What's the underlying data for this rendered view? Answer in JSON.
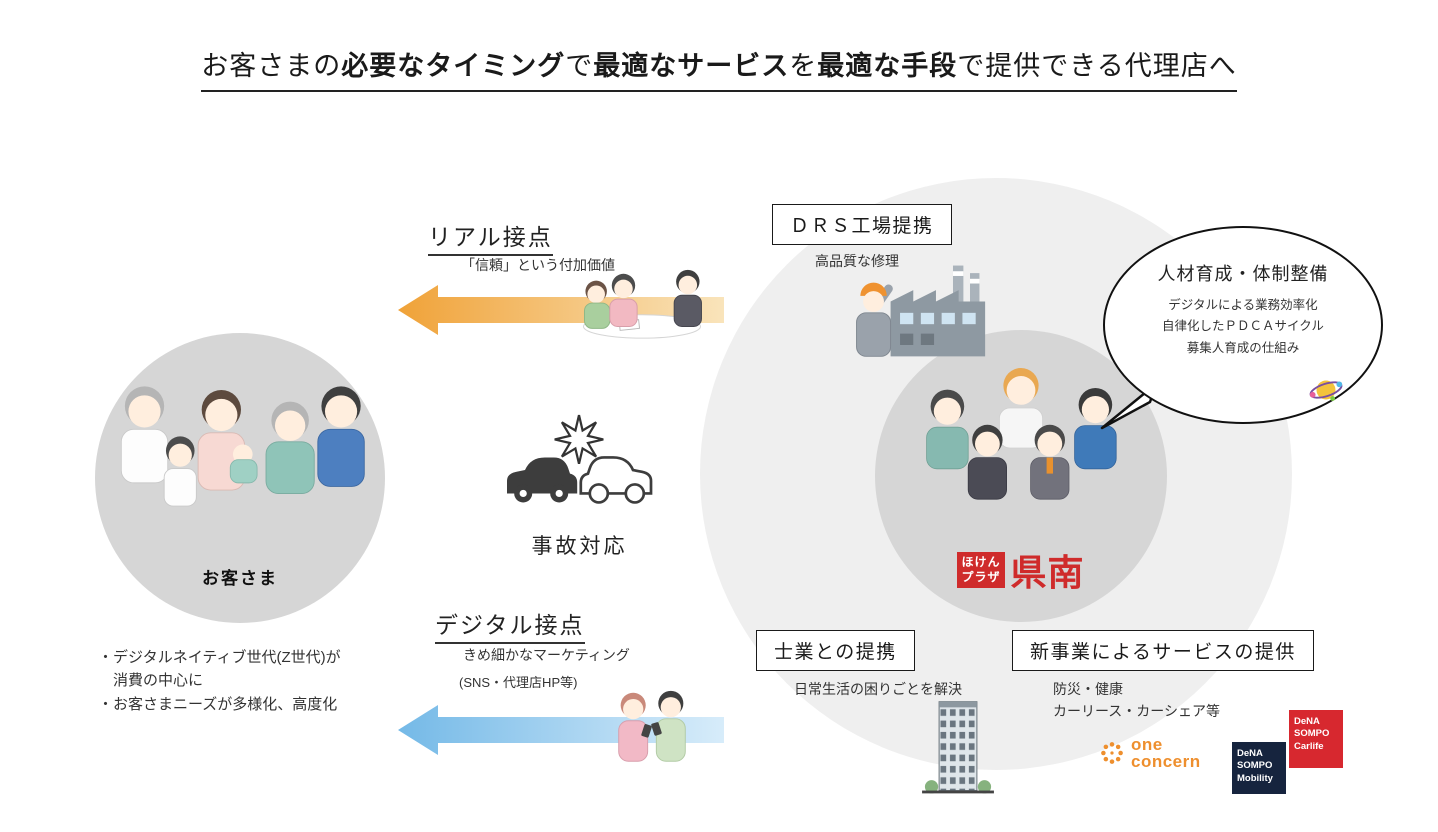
{
  "title": {
    "segments": [
      "お客さまの",
      "必要なタイミング",
      "で",
      "最適なサービス",
      "を",
      "最適な手段",
      "で提供できる代理店へ"
    ]
  },
  "customer": {
    "label": "お客さま",
    "notes": [
      "・デジタルネイティブ世代(Z世代)が",
      "　消費の中心に",
      "・お客さまニーズが多様化、高度化"
    ]
  },
  "real_contact": {
    "title": "リアル接点",
    "subtitle": "「信頼」という付加価値"
  },
  "accident": {
    "label": "事故対応"
  },
  "digital_contact": {
    "title": "デジタル接点",
    "subtitle": "きめ細かなマーケティング",
    "channels": "(SNS・代理店HP等)"
  },
  "drs": {
    "title": "ＤＲＳ工場提携",
    "subtitle": "高品質な修理"
  },
  "hr_bubble": {
    "title": "人材育成・体制整備",
    "lines": [
      "デジタルによる業務効率化",
      "自律化したＰＤＣＡサイクル",
      "募集人育成の仕組み"
    ]
  },
  "professionals": {
    "title": "士業との提携",
    "subtitle": "日常生活の困りごとを解決"
  },
  "new_business": {
    "title": "新事業によるサービスの提供",
    "lines": [
      "防災・健康",
      "カーリース・カーシェア等"
    ]
  },
  "agency": {
    "badge_line1": "ほけん",
    "badge_line2": "プラザ",
    "name": "県南"
  },
  "partner_logos": {
    "one_concern": {
      "line1": "one",
      "line2": "concern"
    },
    "mobility": {
      "lines": [
        "DeNA",
        "SOMPO",
        "Mobility"
      ]
    },
    "carlife": {
      "lines": [
        "DeNA",
        "SOMPO",
        "Carlife"
      ]
    }
  },
  "colors": {
    "arrow_orange": "#f0a238",
    "arrow_orange_light": "#f9e4bb",
    "arrow_blue": "#74b9e7",
    "arrow_blue_light": "#d7ecfa",
    "agency_red": "#cf2b2b",
    "one_concern_orange": "#ee8f2e",
    "mobility_navy": "#16243e",
    "carlife_red": "#d7282f",
    "ecosystem_circle": "#efefef",
    "inner_circle": "#d6d6d6"
  }
}
